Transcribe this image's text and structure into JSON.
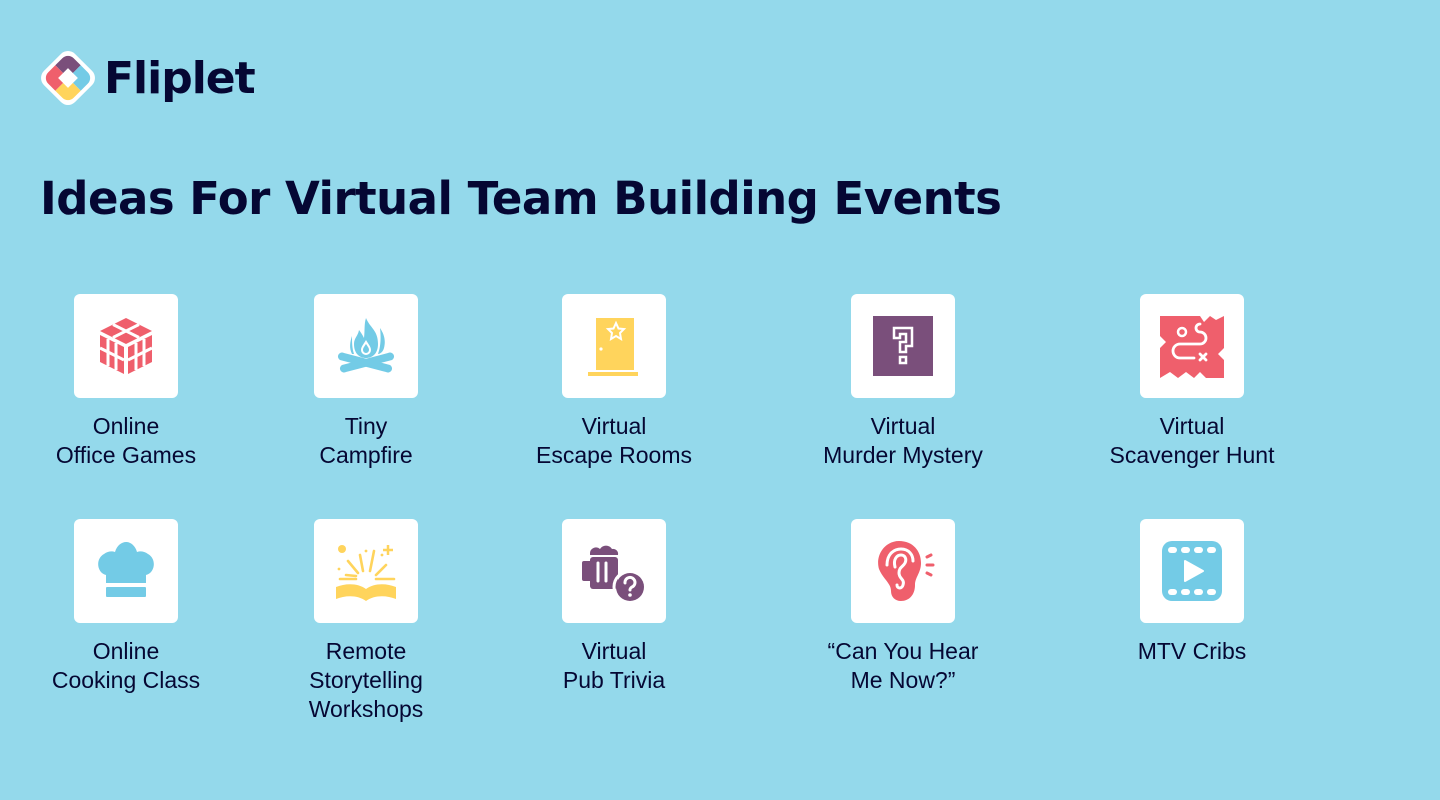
{
  "brand": {
    "name": "Fliplet",
    "logo_icon": "fliplet-logo-icon"
  },
  "page": {
    "title": "Ideas For Virtual Team Building Events"
  },
  "colors": {
    "background": "#94d9eb",
    "text": "#050733",
    "red": "#ef5f6c",
    "blue": "#73cbe6",
    "yellow": "#ffd45c",
    "purple": "#7a4f7b"
  },
  "ideas": [
    {
      "label": "Online\nOffice Games",
      "icon": "cube-icon"
    },
    {
      "label": "Tiny\nCampfire",
      "icon": "campfire-icon"
    },
    {
      "label": "Virtual\nEscape Rooms",
      "icon": "door-star-icon"
    },
    {
      "label": "Virtual\nMurder Mystery",
      "icon": "question-box-icon"
    },
    {
      "label": "Virtual\nScavenger Hunt",
      "icon": "treasure-map-icon"
    },
    {
      "label": "Online\nCooking Class",
      "icon": "chef-hat-icon"
    },
    {
      "label": "Remote\nStorytelling\nWorkshops",
      "icon": "open-book-icon"
    },
    {
      "label": "Virtual\nPub Trivia",
      "icon": "beer-question-icon"
    },
    {
      "label": "“Can You Hear\nMe Now?”",
      "icon": "ear-icon"
    },
    {
      "label": "MTV Cribs",
      "icon": "video-film-icon"
    }
  ]
}
